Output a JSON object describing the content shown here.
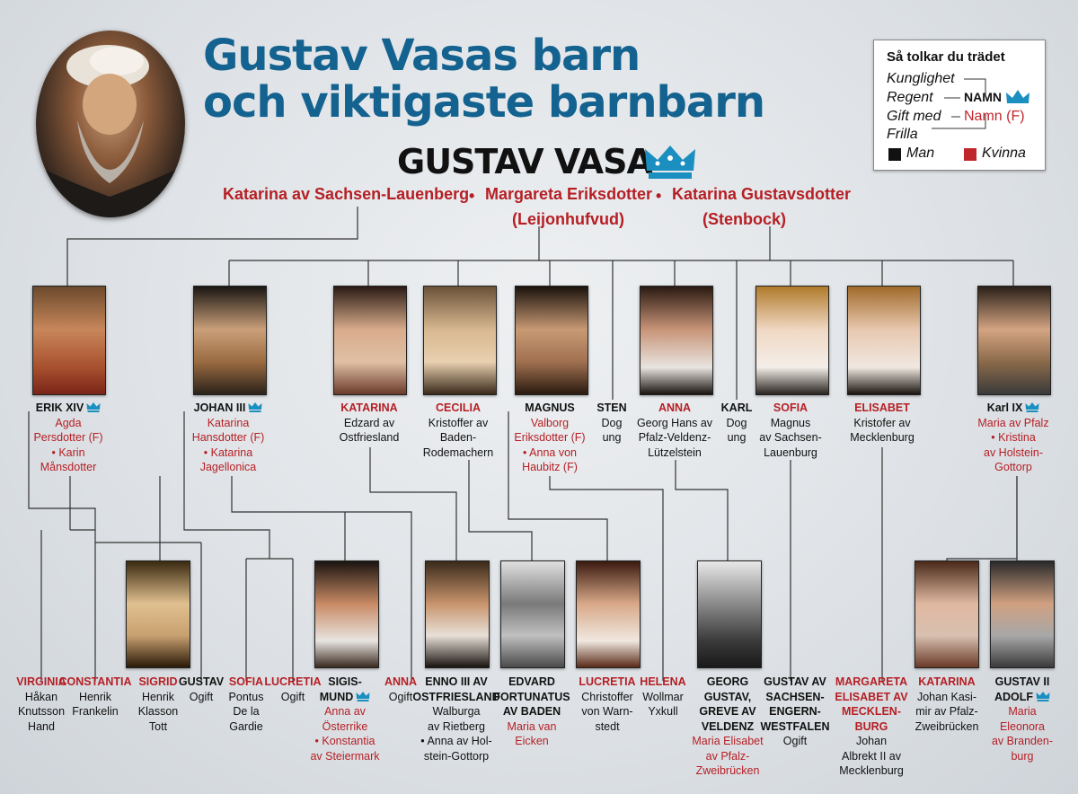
{
  "title": {
    "line1": "Gustav Vasas barn",
    "line2": "och viktigaste barnbarn"
  },
  "ancestor": {
    "name": "GUSTAV VASA"
  },
  "spouses": [
    {
      "text": "Katarina av Sachsen-Lauenberg"
    },
    {
      "text": "Margareta Eriksdotter"
    },
    {
      "text": "(Leijonhufvud)"
    },
    {
      "text": "Katarina Gustavsdotter"
    },
    {
      "text": "(Stenbock)"
    }
  ],
  "legend": {
    "title": "Så tolkar du trädet",
    "royalty": "Kunglighet",
    "regent": "Regent",
    "name_upper": "NAMN",
    "married": "Gift med",
    "name_f": "Namn (F)",
    "mistress": "Frilla",
    "man": "Man",
    "woman": "Kvinna",
    "colors": {
      "man": "#111111",
      "woman": "#c0272d",
      "crown": "#1a8fc0"
    }
  },
  "children": [
    {
      "id": "erik",
      "name": "ERIK XIV",
      "royal": true,
      "sex": "m",
      "lines": [
        "Agda",
        "Persdotter (F)",
        "• Karin",
        "Månsdotter"
      ],
      "spouse_start": 0
    },
    {
      "id": "johan",
      "name": "JOHAN III",
      "royal": true,
      "sex": "m",
      "lines": [
        "Katarina",
        "Hansdotter (F)",
        "• Katarina",
        "Jagellonica"
      ],
      "spouse_start": 0
    },
    {
      "id": "katarina",
      "name": "KATARINA",
      "royal": false,
      "sex": "f",
      "lines": [
        "Edzard av",
        "Ostfriesland"
      ],
      "spouse_start": 9
    },
    {
      "id": "cecilia",
      "name": "CECILIA",
      "royal": false,
      "sex": "f",
      "lines": [
        "Kristoffer av",
        "Baden-",
        "Rodemachern"
      ],
      "spouse_start": 9
    },
    {
      "id": "magnus",
      "name": "MAGNUS",
      "royal": false,
      "sex": "m",
      "lines": [
        "Valborg",
        "Eriksdotter (F)",
        "• Anna von",
        "Haubitz (F)"
      ],
      "spouse_start": 0
    },
    {
      "id": "sten",
      "name": "STEN",
      "royal": false,
      "sex": "m",
      "lines": [
        "Dog",
        "ung"
      ],
      "spouse_start": 9
    },
    {
      "id": "anna",
      "name": "ANNA",
      "royal": false,
      "sex": "f",
      "lines": [
        "Georg Hans av",
        "Pfalz-Veldenz-",
        "Lützelstein"
      ],
      "spouse_start": 9
    },
    {
      "id": "karl",
      "name": "KARL",
      "royal": false,
      "sex": "m",
      "lines": [
        "Dog",
        "ung"
      ],
      "spouse_start": 9
    },
    {
      "id": "sofia",
      "name": "SOFIA",
      "royal": false,
      "sex": "f",
      "lines": [
        "Magnus",
        "av Sachsen-",
        "Lauenburg"
      ],
      "spouse_start": 9
    },
    {
      "id": "elisabet",
      "name": "ELISABET",
      "royal": false,
      "sex": "f",
      "lines": [
        "Kristofer av",
        "Mecklenburg"
      ],
      "spouse_start": 9
    },
    {
      "id": "karl9",
      "name": "Karl IX",
      "royal": true,
      "sex": "m",
      "lines": [
        "Maria av Pfalz",
        "• Kristina",
        "av Holstein-",
        "Gottorp"
      ],
      "spouse_start": 0
    }
  ],
  "grandchildren": [
    {
      "id": "virginia",
      "name": "VIRGINIA",
      "royal": false,
      "sex": "f",
      "lines": [
        "Håkan",
        "Knutsson",
        "Hand"
      ],
      "spouse_start": 9
    },
    {
      "id": "constantia",
      "name": "CONSTANTIA",
      "royal": false,
      "sex": "f",
      "lines": [
        "Henrik",
        "Frankelin"
      ],
      "spouse_start": 9
    },
    {
      "id": "sigrid",
      "name": "SIGRID",
      "royal": false,
      "sex": "f",
      "lines": [
        "Henrik",
        "Klasson",
        "Tott"
      ],
      "spouse_start": 9
    },
    {
      "id": "gustav",
      "name": "GUSTAV",
      "royal": false,
      "sex": "m",
      "lines": [
        "Ogift"
      ],
      "spouse_start": 9
    },
    {
      "id": "sofia2",
      "name": "SOFIA",
      "royal": false,
      "sex": "f",
      "lines": [
        "Pontus",
        "De la",
        "Gardie"
      ],
      "spouse_start": 9
    },
    {
      "id": "lucretia",
      "name": "LUCRETIA",
      "royal": false,
      "sex": "f",
      "lines": [
        "Ogift"
      ],
      "spouse_start": 9
    },
    {
      "id": "sigismund",
      "name": "SIGIS-",
      "name2": "MUND",
      "royal": true,
      "sex": "m",
      "lines": [
        "Anna av",
        "Österrike",
        "• Konstantia",
        "av Steiermark"
      ],
      "spouse_start": 0
    },
    {
      "id": "anna2",
      "name": "ANNA",
      "royal": false,
      "sex": "f",
      "lines": [
        "Ogift"
      ],
      "spouse_start": 9
    },
    {
      "id": "enno",
      "name": "ENNO III AV",
      "name2": "OSTFRIESLAND",
      "royal": false,
      "sex": "m",
      "lines": [
        "Walburga",
        "av Rietberg",
        "• Anna av Hol-",
        "stein-Gottorp"
      ],
      "spouse_start": 9
    },
    {
      "id": "edvard",
      "name": "EDVARD",
      "name2": "FORTUNATUS",
      "name3": "AV BADEN",
      "royal": false,
      "sex": "m",
      "lines": [
        "Maria van",
        "Eicken"
      ],
      "spouse_start": 0
    },
    {
      "id": "lucretia2",
      "name": "LUCRETIA",
      "royal": false,
      "sex": "f",
      "lines": [
        "Christoffer",
        "von Warn-",
        "stedt"
      ],
      "spouse_start": 9
    },
    {
      "id": "helena",
      "name": "HELENA",
      "royal": false,
      "sex": "f",
      "lines": [
        "Wollmar",
        "Yxkull"
      ],
      "spouse_start": 9
    },
    {
      "id": "georg",
      "name": "GEORG",
      "name2": "GUSTAV,",
      "name3": "GREVE AV",
      "name4": "VELDENZ",
      "royal": false,
      "sex": "m",
      "lines": [
        "Maria Elisabet",
        "av Pfalz-",
        "Zweibrücken"
      ],
      "spouse_start": 0
    },
    {
      "id": "gustavsax",
      "name": "GUSTAV AV",
      "name2": "SACHSEN-",
      "name3": "ENGERN-",
      "name4": "WESTFALEN",
      "royal": false,
      "sex": "m",
      "lines": [
        "Ogift"
      ],
      "spouse_start": 9
    },
    {
      "id": "margareta",
      "name": "MARGARETA",
      "name2": "ELISABET AV",
      "name3": "MECKLEN-",
      "name4": "BURG",
      "royal": false,
      "sex": "f",
      "lines": [
        "Johan",
        "Albrekt II av",
        "Mecklenburg"
      ],
      "spouse_start": 9
    },
    {
      "id": "katarina2",
      "name": "KATARINA",
      "royal": false,
      "sex": "f",
      "lines": [
        "Johan Kasi-",
        "mir av Pfalz-",
        "Zweibrücken"
      ],
      "spouse_start": 9
    },
    {
      "id": "gustav2",
      "name": "GUSTAV II",
      "name2": "ADOLF",
      "royal": true,
      "sex": "m",
      "lines": [
        "Maria",
        "Eleonora",
        "av Branden-",
        "burg"
      ],
      "spouse_start": 0
    }
  ]
}
